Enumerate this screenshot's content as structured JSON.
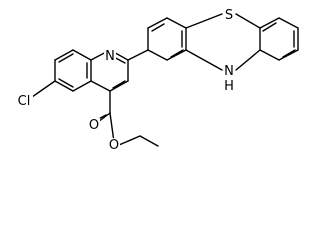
{
  "molecule": {
    "atoms": {
      "chlorine": "Cl",
      "quinoline_nitrogen": "N",
      "sulfur": "S",
      "amine_nitrogen": "N",
      "amine_hydrogen": "H",
      "carbonyl_oxygen": "O",
      "ester_oxygen": "O"
    },
    "colors": {
      "bond": "#000000",
      "label": "#000000",
      "background": "#ffffff"
    }
  }
}
